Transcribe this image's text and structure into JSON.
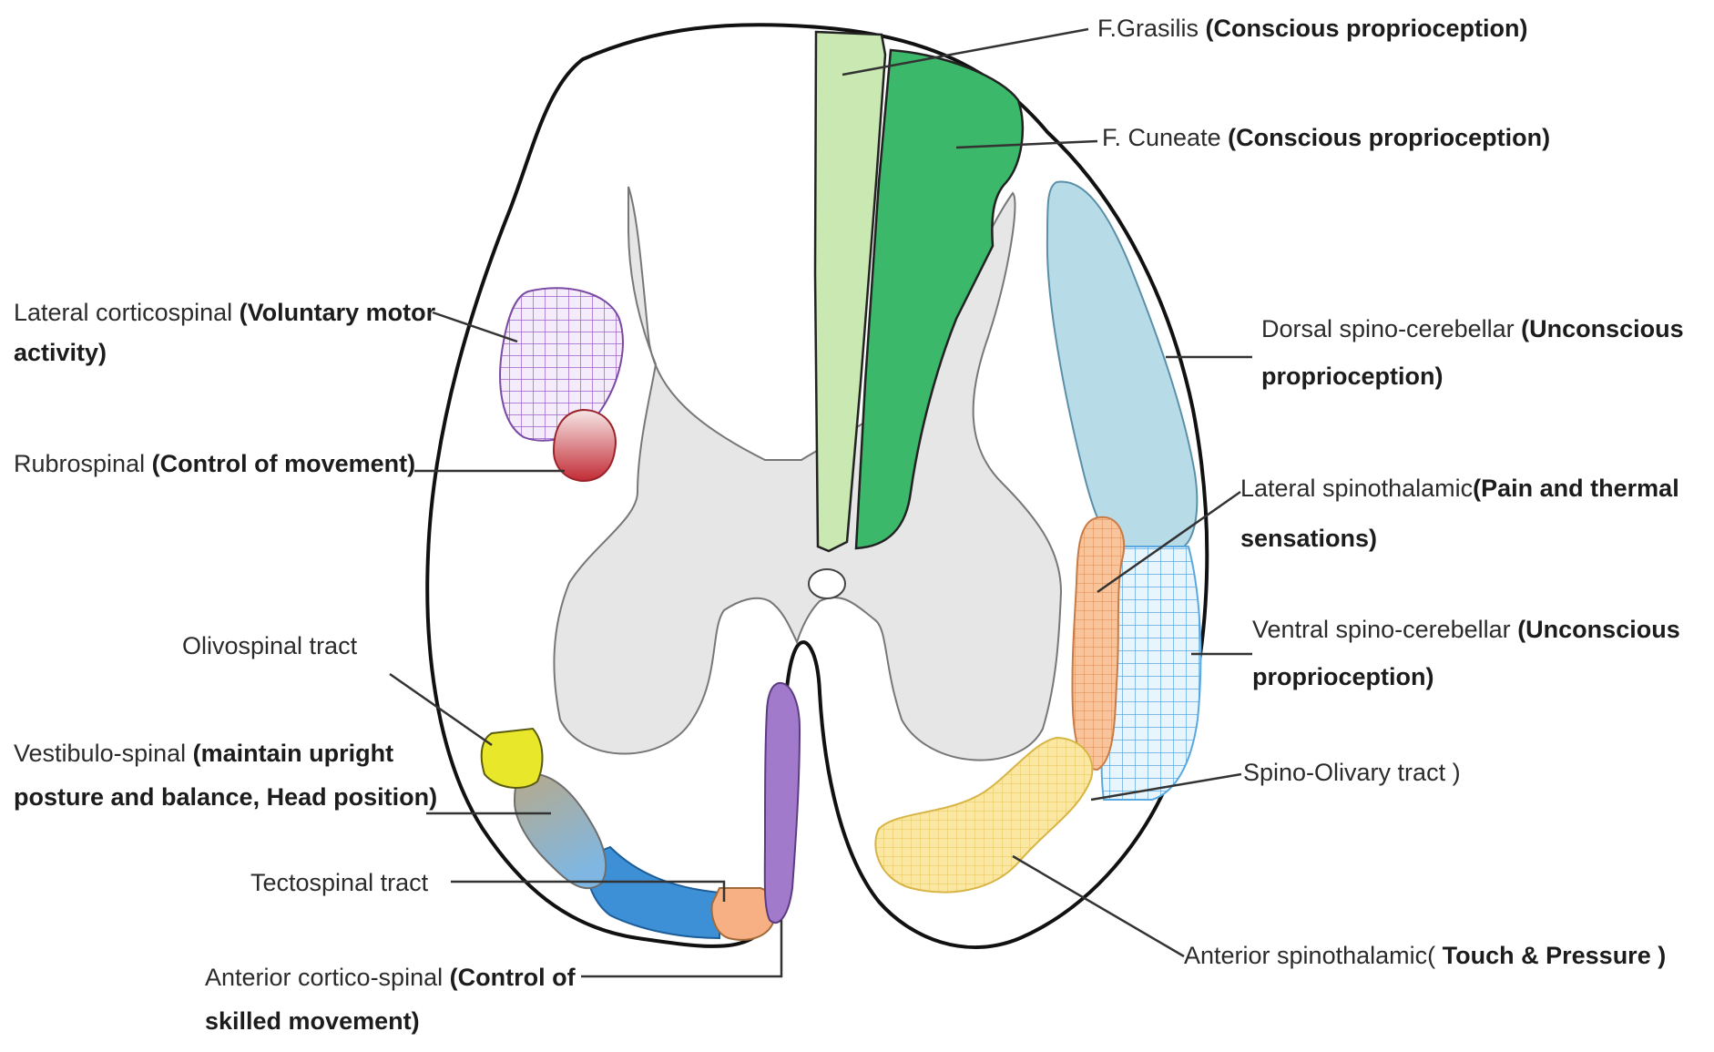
{
  "colors": {
    "outline": "#111111",
    "grey_matter": "#e6e6e6",
    "gracilis": "#c9e8b2",
    "cuneate": "#3cb86a",
    "dorsal_spinocerebellar": "#b8dbe8",
    "lateral_corticospinal": "#b07ad6",
    "rubrospinal": "#c8373f",
    "lateral_spinothalamic": "#f3aa72",
    "ventral_spinocerebellar": "#5aa8e0",
    "olivospinal": "#e9e72a",
    "vestibulospinal": "#b9a98a",
    "tectospinal": "#f7b083",
    "anterior_corticospinal": "#a27acb",
    "anterior_spinothalamic": "#f6d77a",
    "anterior_blue_band": "#3d8fd6"
  },
  "labels": {
    "gracilis": {
      "name": "F.Grasilis",
      "func": "(Conscious proprioception)"
    },
    "cuneate": {
      "name": "F. Cuneate",
      "func": "(Conscious proprioception)"
    },
    "lateral_corticospinal": {
      "name": "Lateral corticospinal",
      "func1": "(Voluntary motor",
      "func2": "activity)"
    },
    "rubrospinal": {
      "name": "Rubrospinal",
      "func": "(Control of movement)"
    },
    "dorsal_spinocerebellar": {
      "name": "Dorsal spino-cerebellar",
      "func1": "(Unconscious",
      "func2": "proprioception)"
    },
    "lateral_spinothalamic": {
      "name": "Lateral spinothalamic",
      "func1": "(Pain and thermal",
      "func2": "sensations)"
    },
    "ventral_spinocerebellar": {
      "name": "Ventral spino-cerebellar",
      "func1": "(Unconscious",
      "func2": "proprioception)"
    },
    "olivospinal": {
      "name": "Olivospinal tract"
    },
    "vestibulospinal": {
      "name": "Vestibulo-spinal",
      "func1": "(maintain upright",
      "func2": "posture and balance, Head position)"
    },
    "spino_olivary": {
      "name": "Spino-Olivary tract )"
    },
    "tectospinal": {
      "name": "Tectospinal tract"
    },
    "anterior_corticospinal": {
      "name": "Anterior cortico-spinal",
      "func1": "(Control of",
      "func2": "skilled movement)"
    },
    "anterior_spinothalamic": {
      "name": "Anterior spinothalamic(",
      "func": "Touch & Pressure )"
    }
  }
}
